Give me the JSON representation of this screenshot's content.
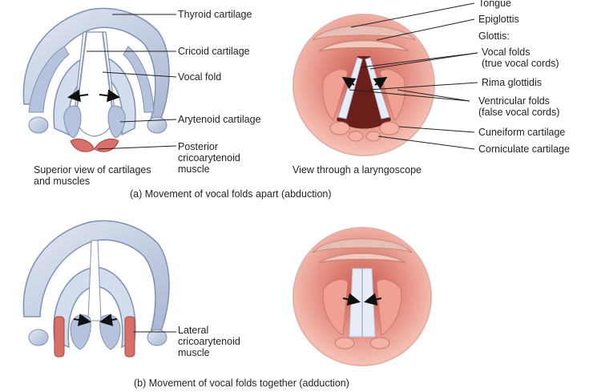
{
  "panel_a": {
    "labels": {
      "thyroid_cartilage": "Thyroid cartilage",
      "cricoid_cartilage": "Cricoid cartilage",
      "vocal_fold": "Vocal fold",
      "arytenoid_cartilage": "Arytenoid cartilage",
      "posterior_cricoarytenoid_muscle": "Posterior\ncricoarytenoid\nmuscle",
      "tongue": "Tongue",
      "epiglottis": "Epiglottis",
      "glottis": "Glottis:",
      "vocal_folds_true": "Vocal folds\n(true vocal cords)",
      "rima_glottidis": "Rima glottidis",
      "ventricular_folds": "Ventricular folds\n(false vocal cords)",
      "cuneiform_cartilage": "Cuneiform cartilage",
      "corniculate_cartilage": "Corniculate cartilage"
    },
    "caption_left": "Superior view of cartilages\nand muscles",
    "caption_right": "View through a laryngoscope",
    "title": "(a) Movement of vocal folds apart (abduction)"
  },
  "panel_b": {
    "labels": {
      "lateral_cricoarytenoid_muscle": "Lateral\ncricoarytenoid\nmuscle"
    },
    "title": "(b) Movement of vocal folds together (adduction)"
  },
  "colors": {
    "cartilage": "#c7d2e6",
    "cartilage_edge": "#7f91b3",
    "muscle": "#d8706a",
    "tissue": "#f1a79a",
    "tissue_dark": "#d9786c",
    "vocal_fold": "#e7ecf6",
    "leader_line": "#231f20"
  }
}
